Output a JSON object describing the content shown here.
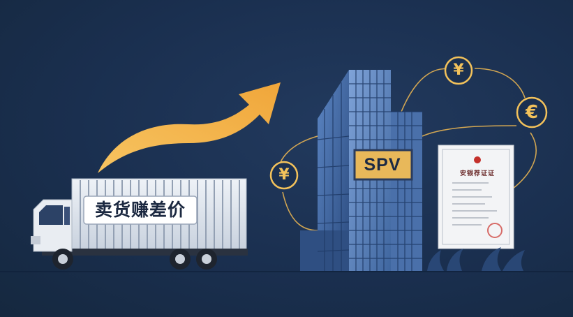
{
  "truck": {
    "container_label": "卖货赚差价"
  },
  "building": {
    "sign_label": "SPV"
  },
  "coins": {
    "top_symbol": "¥",
    "left_symbol": "¥",
    "right_symbol": "€"
  },
  "certificate": {
    "title": "安银荐证证"
  },
  "colors": {
    "background": "#1b3050",
    "arrow": "#f4b64d",
    "coin": "#f3c25b",
    "glass": "#4f78b5"
  }
}
